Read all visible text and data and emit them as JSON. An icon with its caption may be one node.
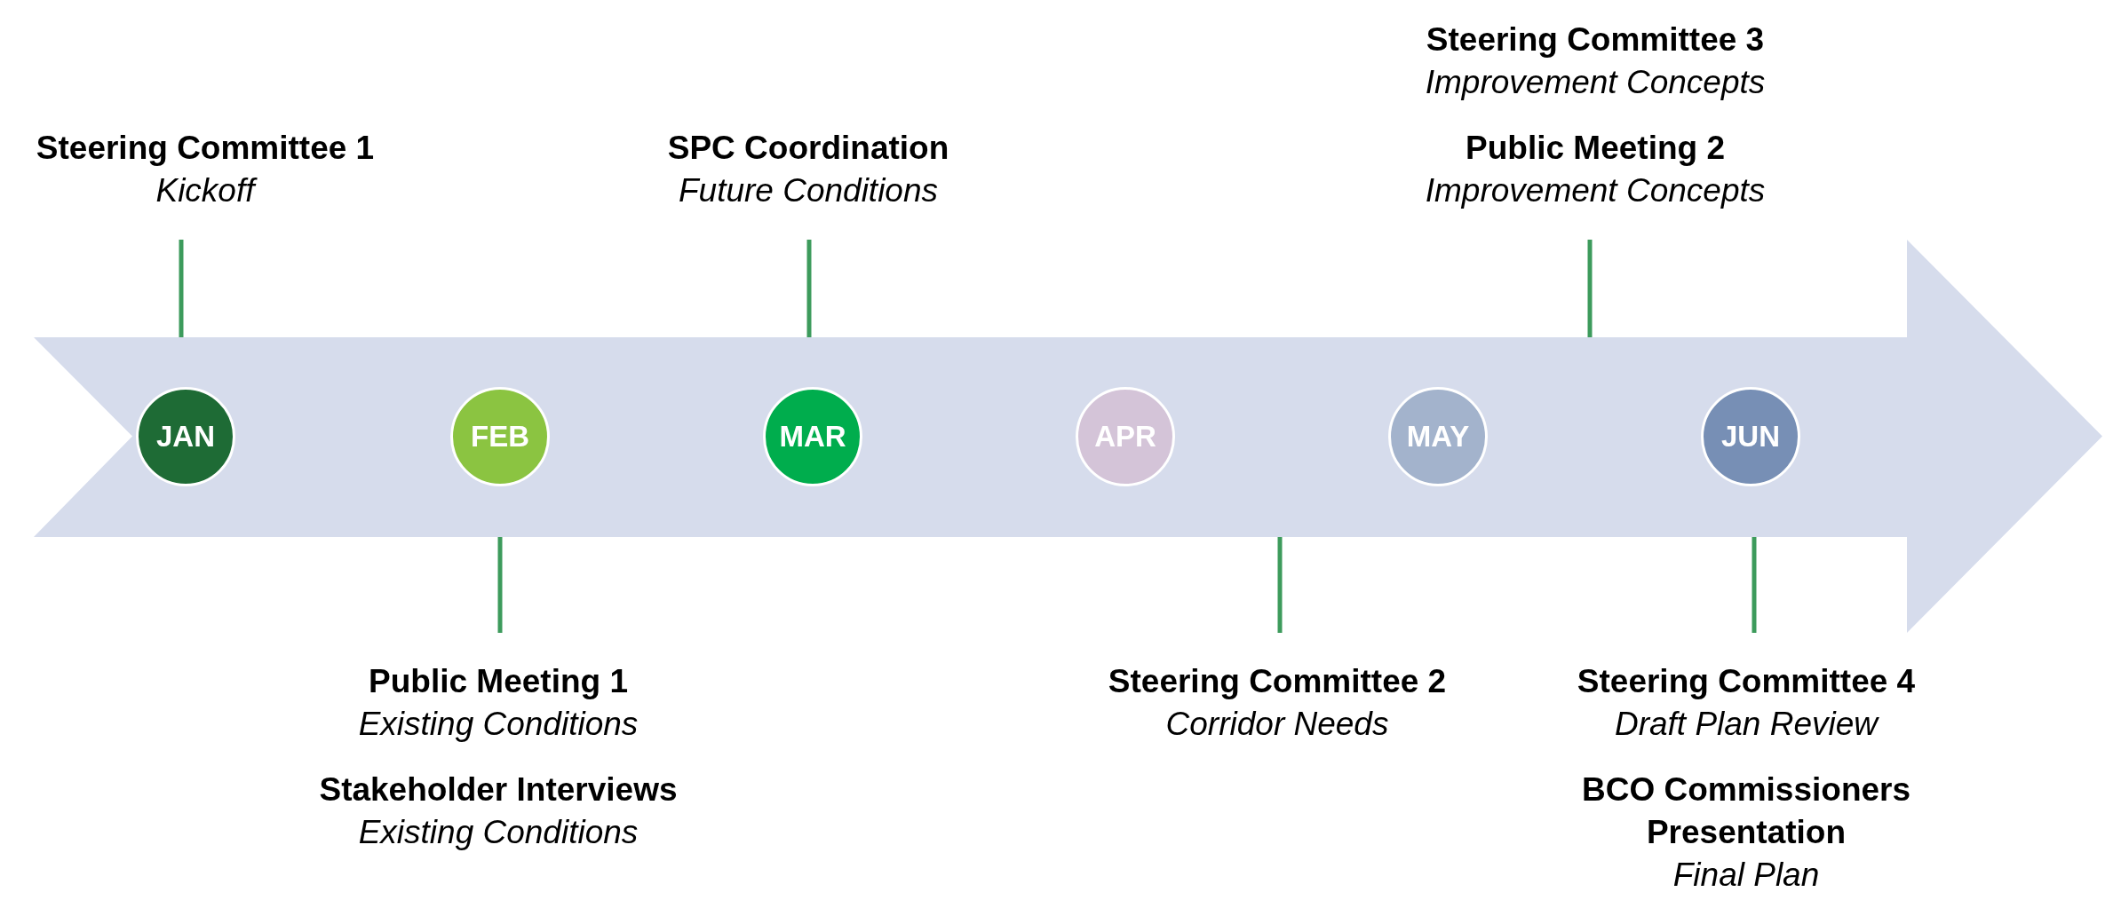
{
  "diagram": {
    "nodes": [
      {
        "text": [],
        "shape": "arrow"
      },
      {
        "text": [
          "JAN"
        ],
        "in": 0
      },
      {
        "text": [
          "FEB"
        ],
        "in": 0
      },
      {
        "text": [
          "MAR"
        ],
        "in": 0
      },
      {
        "text": [
          "APR"
        ],
        "in": 0
      },
      {
        "text": [
          "MAY"
        ],
        "in": 0
      },
      {
        "text": [
          "JUN"
        ],
        "in": 0
      },
      {
        "text": [
          "Steering Committee 1",
          "Kickoff"
        ]
      },
      {
        "text": [
          "Public Meeting 1",
          "Existing Conditions",
          "Stakeholder Interviews",
          "Existing Conditions"
        ]
      },
      {
        "text": [
          "SPC Coordination",
          "Future Conditions"
        ]
      },
      {
        "text": [
          "Steering Committee 2",
          "Corridor Needs"
        ]
      },
      {
        "text": [
          "Steering Committee 3",
          "Improvement Concepts",
          "Public Meeting 2",
          "Improvement Concepts"
        ]
      },
      {
        "text": [
          "Steering Committee 4",
          "Draft Plan Review",
          "BCO Commissioners Presentation",
          "Final Plan"
        ]
      }
    ],
    "edges": [
      {
        "from": 7,
        "to": 0,
        "arrow": "none"
      },
      {
        "from": 8,
        "to": 0,
        "arrow": "none"
      },
      {
        "from": 9,
        "to": 0,
        "arrow": "none"
      },
      {
        "from": 10,
        "to": 0,
        "arrow": "none"
      },
      {
        "from": 11,
        "to": 0,
        "arrow": "none"
      },
      {
        "from": 12,
        "to": 0,
        "arrow": "none"
      }
    ]
  }
}
